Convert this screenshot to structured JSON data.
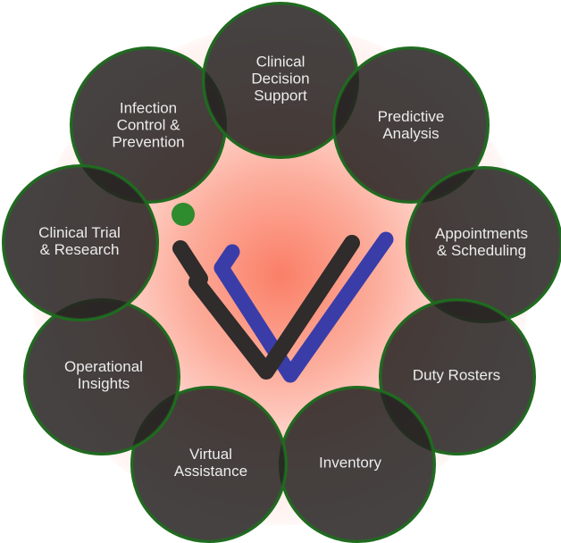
{
  "nodes": [
    {
      "id": "clinical-decision-support",
      "label": "Clinical\nDecision\nSupport"
    },
    {
      "id": "predictive-analysis",
      "label": "Predictive\nAnalysis"
    },
    {
      "id": "appointments-scheduling",
      "label": "Appointments\n& Scheduling"
    },
    {
      "id": "duty-rosters",
      "label": "Duty Rosters"
    },
    {
      "id": "inventory",
      "label": "Inventory"
    },
    {
      "id": "virtual-assistance",
      "label": "Virtual\nAssistance"
    },
    {
      "id": "operational-insights",
      "label": "Operational\nInsights"
    },
    {
      "id": "clinical-trial-research",
      "label": "Clinical Trial\n& Research"
    },
    {
      "id": "infection-control-prevention",
      "label": "Infection\nControl &\nPrevention"
    }
  ],
  "colors": {
    "node_fill": "#262322",
    "node_border": "#1f6b1f",
    "text": "#ececec",
    "glow_center": "#fa785f",
    "logo_dark": "#2f2c2b",
    "logo_blue": "#3a3da8",
    "logo_green": "#2e8b2e"
  }
}
